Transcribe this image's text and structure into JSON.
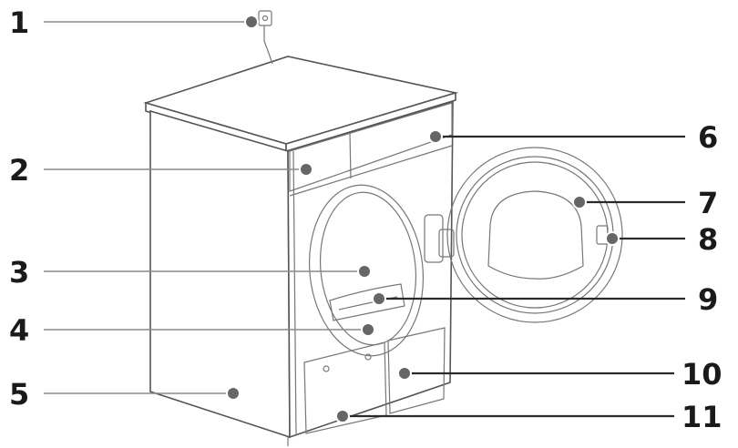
{
  "colors": {
    "line": "#8a8a8a",
    "dark_line": "#2a2a2a",
    "dot": "#666666",
    "label": "#1a1a1a"
  },
  "labels": [
    "1",
    "2",
    "3",
    "4",
    "5",
    "6",
    "7",
    "8",
    "9",
    "10",
    "11"
  ]
}
